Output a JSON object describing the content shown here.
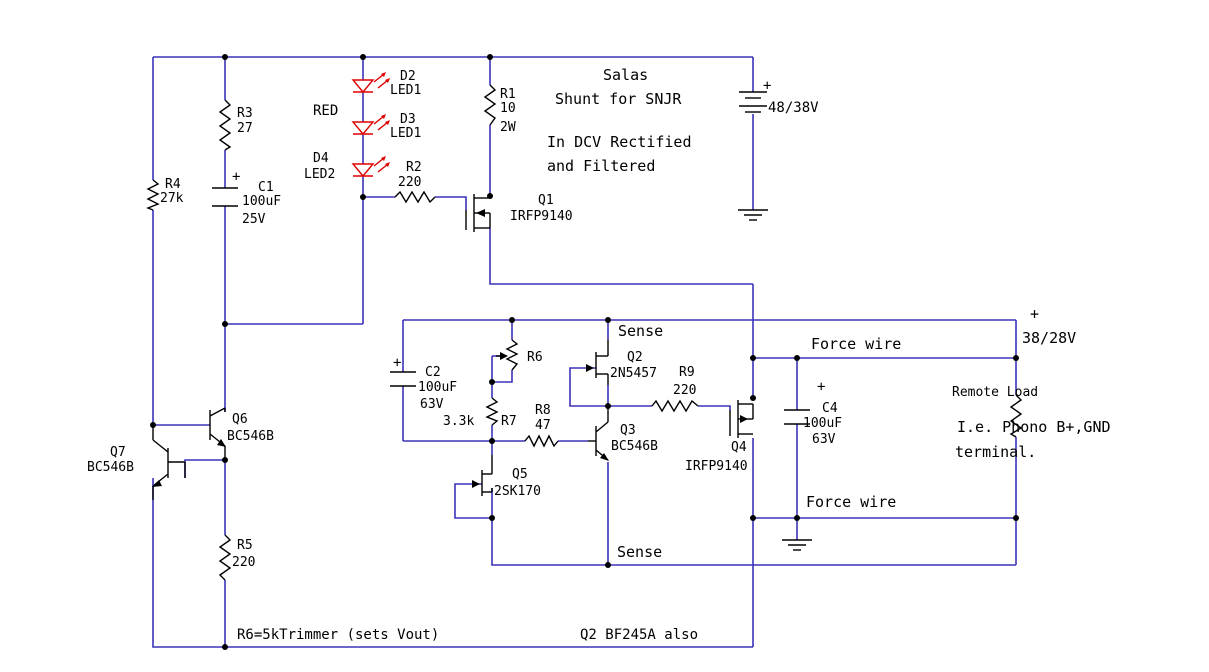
{
  "labels": {
    "title_line1": "Salas",
    "title_line2": "Shunt for SNJR",
    "note_line1": "In DCV Rectified",
    "note_line2": "and Filtered",
    "battery_voltage": "48/38V",
    "battery_plus": "+",
    "d2_name": "D2",
    "d2_type": "LED1",
    "d3_name": "D3",
    "d3_type": "LED1",
    "d4_name": "D4",
    "d4_type": "LED2",
    "red": "RED",
    "r1_name": "R1",
    "r1_value": "10",
    "r1_power": "2W",
    "r2_name": "R2",
    "r2_value": "220",
    "r3_name": "R3",
    "r3_value": "27",
    "r4_name": "R4",
    "r4_value": "27k",
    "r5_name": "R5",
    "r5_value": "220",
    "c1_name": "C1",
    "c1_value": "100uF",
    "c1_voltage": "25V",
    "c1_plus": "+",
    "q1_name": "Q1",
    "q1_type": "IRFP9140",
    "q6_name": "Q6",
    "q6_type": "BC546B",
    "q7_name": "Q7",
    "q7_type": "BC546B",
    "c2_name": "C2",
    "c2_value": "100uF",
    "c2_voltage": "63V",
    "c2_plus": "+",
    "r6_name": "R6",
    "r7_name": "R7",
    "r7_value": "3.3k",
    "r8_name": "R8",
    "r8_value": "47",
    "r9_name": "R9",
    "r9_value": "220",
    "q2_name": "Q2",
    "q2_type": "2N5457",
    "q3_name": "Q3",
    "q3_type": "BC546B",
    "q4_name": "Q4",
    "q4_type": "IRFP9140",
    "q5_name": "Q5",
    "q5_type": "2SK170",
    "c4_name": "C4",
    "c4_value": "100uF",
    "c4_voltage": "63V",
    "c4_plus": "+",
    "sense_top": "Sense",
    "sense_bottom": "Sense",
    "force_top": "Force wire",
    "force_bottom": "Force wire",
    "out_plus": "+",
    "out_voltage": "38/28V",
    "remote_load": "Remote Load",
    "load_line1": "I.e. Phono B+,GND",
    "load_line2": "terminal.",
    "note_r6": "R6=5kTrimmer (sets Vout)",
    "note_q2": "Q2  BF245A also"
  }
}
